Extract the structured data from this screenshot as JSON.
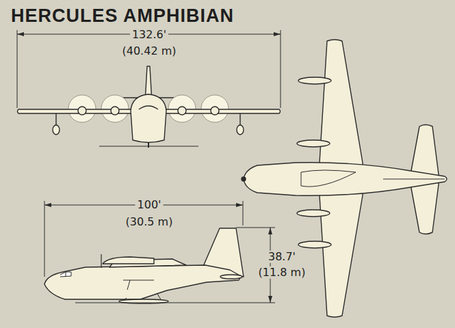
{
  "diagram": {
    "title": "HERCULES AMPHIBIAN",
    "labels": [
      "132.6'",
      "(40.42 m)",
      "100'",
      "(30.5 m)",
      "38.7'",
      "(11.8 m)"
    ]
  }
}
